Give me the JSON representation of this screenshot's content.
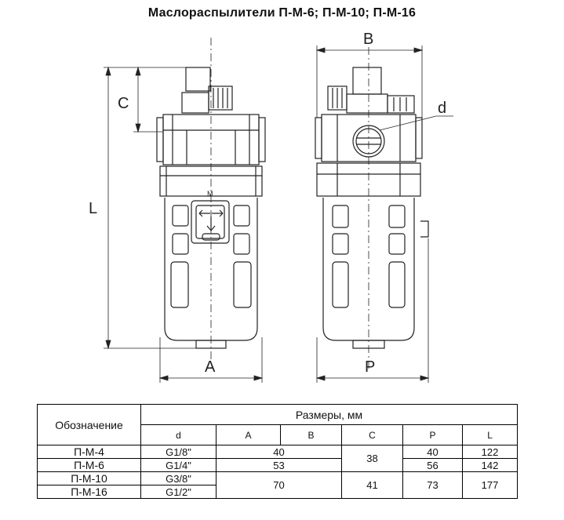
{
  "title": "Маслораспылители П-М-6; П-М-10; П-М-16",
  "drawing": {
    "labels": {
      "A": "A",
      "B": "B",
      "C": "C",
      "L": "L",
      "P": "P",
      "d": "d",
      "M": "M"
    }
  },
  "table": {
    "designation_header": "Обозначение",
    "sizes_header": "Размеры, мм",
    "columns": [
      "d",
      "A",
      "B",
      "C",
      "P",
      "L"
    ],
    "rows": [
      {
        "name": "П-М-4",
        "d": "G1/8\"",
        "AB": "40",
        "C": "38",
        "P": "40",
        "L": "122"
      },
      {
        "name": "П-М-6",
        "d": "G1/4\"",
        "AB": "53",
        "P": "56",
        "L": "142"
      },
      {
        "name": "П-М-10",
        "d": "G3/8\"",
        "AB": "70",
        "C": "41",
        "P": "73",
        "L": "177"
      },
      {
        "name": "П-М-16",
        "d": "G1/2\""
      }
    ]
  }
}
